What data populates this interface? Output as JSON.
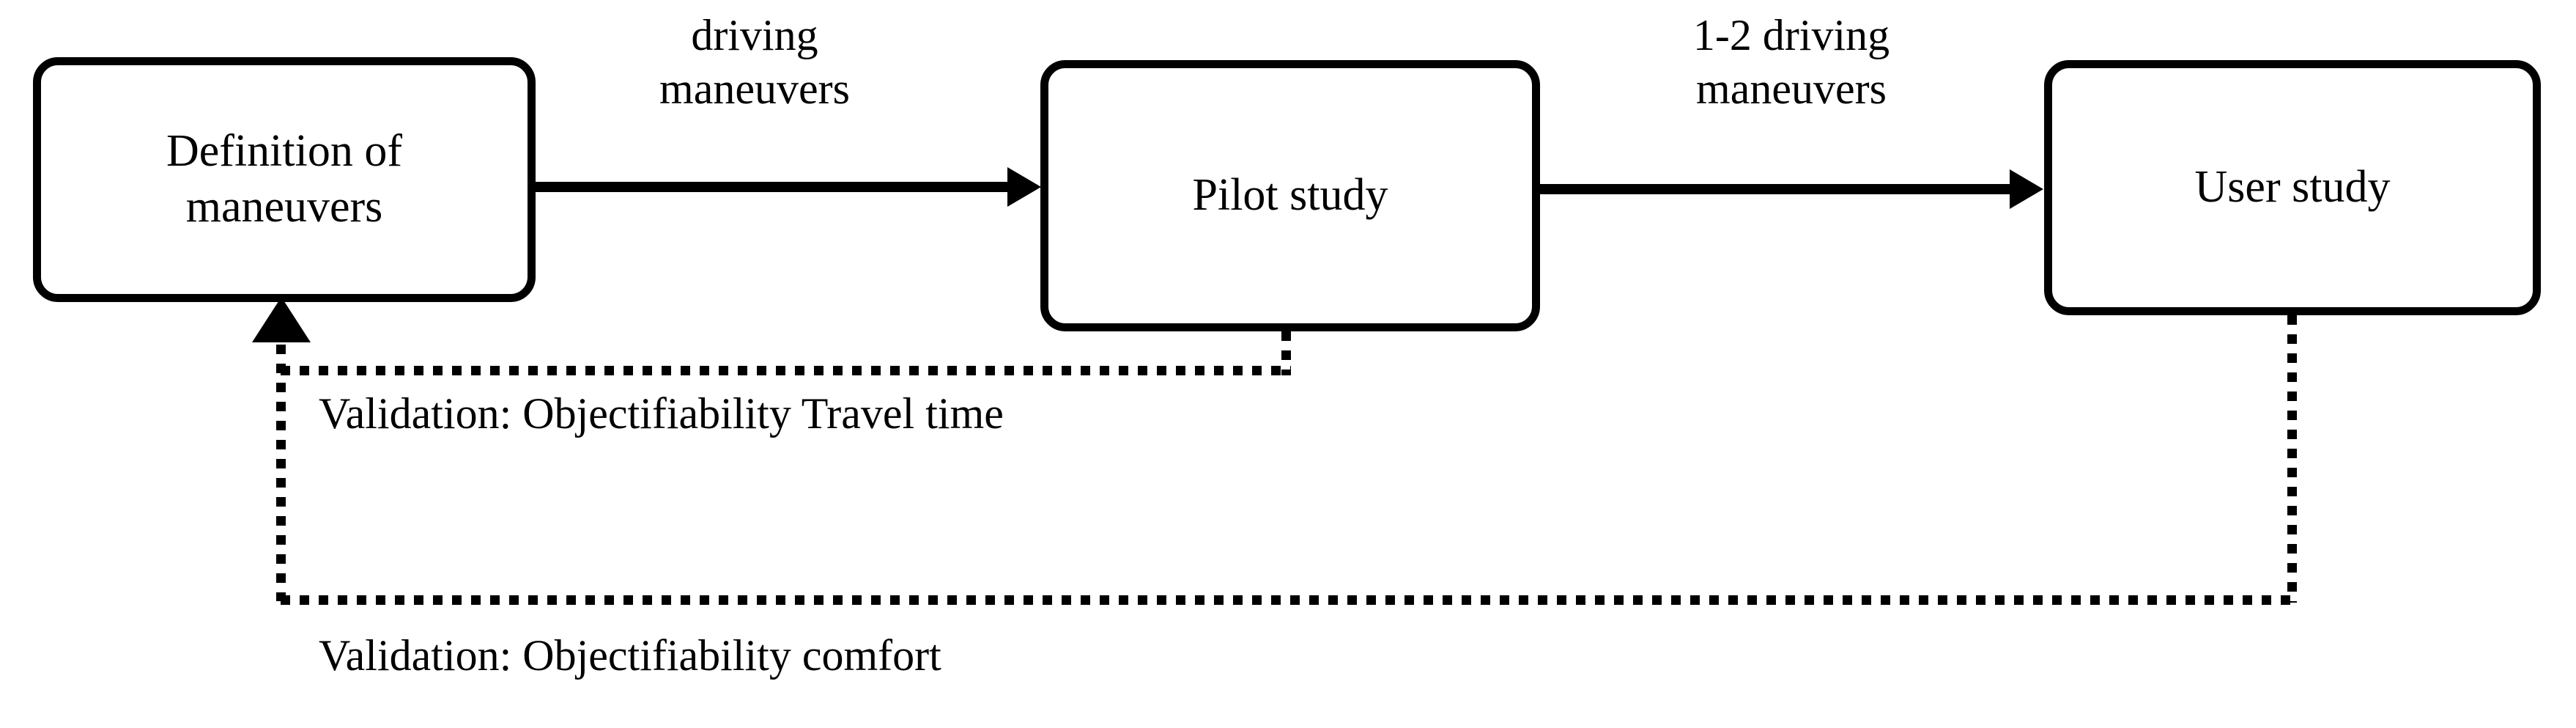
{
  "diagram": {
    "title": "Study process: definition, pilot study and user study with validation feedback",
    "background_color": "#ffffff",
    "line_color": "#000000",
    "nodes": [
      {
        "id": "definition",
        "label": "Definition of\nmaneuvers"
      },
      {
        "id": "pilot",
        "label": "Pilot study"
      },
      {
        "id": "user",
        "label": "User study"
      }
    ],
    "edges": [
      {
        "id": "definition-to-pilot",
        "from": "definition",
        "to": "pilot",
        "style": "solid-arrow",
        "label": "driving\nmaneuvers"
      },
      {
        "id": "pilot-to-user",
        "from": "pilot",
        "to": "user",
        "style": "solid-arrow",
        "label": "1-2 driving\nmaneuvers"
      },
      {
        "id": "pilot-feedback",
        "from": "pilot",
        "to": "definition",
        "style": "dotted-arrow",
        "label": "Validation: Objectifiability Travel time"
      },
      {
        "id": "user-feedback",
        "from": "user",
        "to": "definition",
        "style": "dotted-arrow",
        "label": "Validation: Objectifiability comfort"
      }
    ]
  }
}
